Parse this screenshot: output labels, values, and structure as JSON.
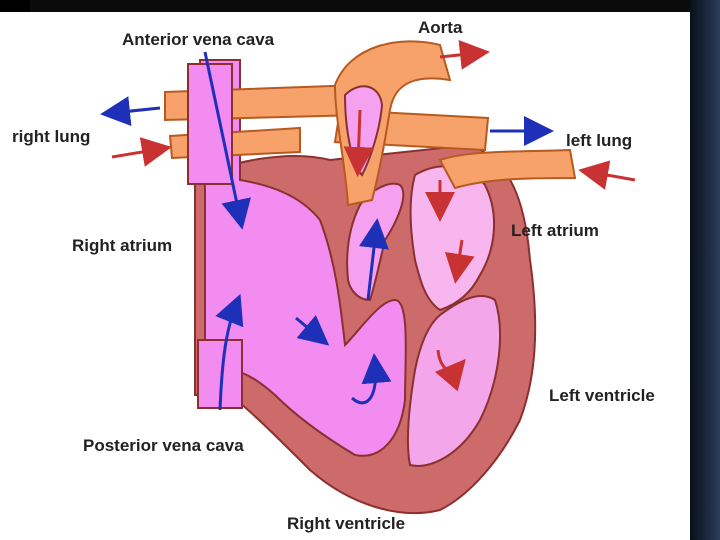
{
  "labels": {
    "anterior_vena_cava": "Anterior vena cava",
    "aorta": "Aorta",
    "right_lung": "right lung",
    "left_lung": "left lung",
    "right_atrium": "Right atrium",
    "left_atrium": "Left atrium",
    "left_ventricle": "Left ventricle",
    "posterior_vena_cava": "Posterior vena cava",
    "right_ventricle": "Right ventricle"
  },
  "colors": {
    "outer_wall": "#cd6a6a",
    "right_chamber": "#f28cf0",
    "left_chamber": "#f4a6ea",
    "vessel": "#f6a26a",
    "arrow_blue": "#1e2fb8",
    "arrow_red": "#c83232"
  }
}
